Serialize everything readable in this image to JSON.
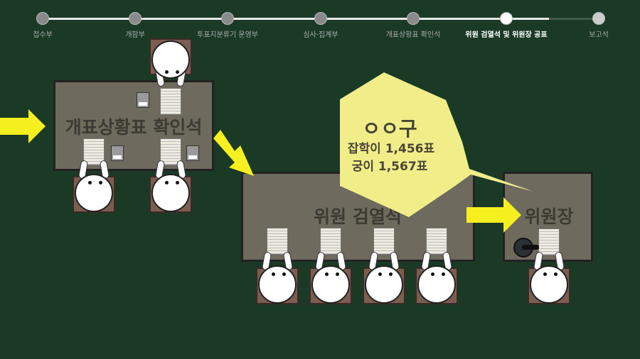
{
  "progress": {
    "steps": [
      {
        "label": "접수부",
        "state": "done"
      },
      {
        "label": "개함부",
        "state": "done"
      },
      {
        "label": "투표지분류기 운영부",
        "state": "done"
      },
      {
        "label": "심사·집계부",
        "state": "done"
      },
      {
        "label": "개표상황표 확인석",
        "state": "done"
      },
      {
        "label": "위원 검열석 및 위원장 공표",
        "state": "current"
      },
      {
        "label": "보고석",
        "state": "upcoming"
      }
    ]
  },
  "tables": {
    "check": "개표상황표 확인석",
    "review": "위원 검열석",
    "chair": "위원장"
  },
  "bubble": {
    "district": "ㅇㅇ구",
    "line1": "잡학이 1,456표",
    "line2": "궁이 1,567표"
  },
  "colors": {
    "background": "#1b3a26",
    "arrow": "#f7f020",
    "bubble": "#f1ee8a",
    "table": "#6e6a5e"
  }
}
